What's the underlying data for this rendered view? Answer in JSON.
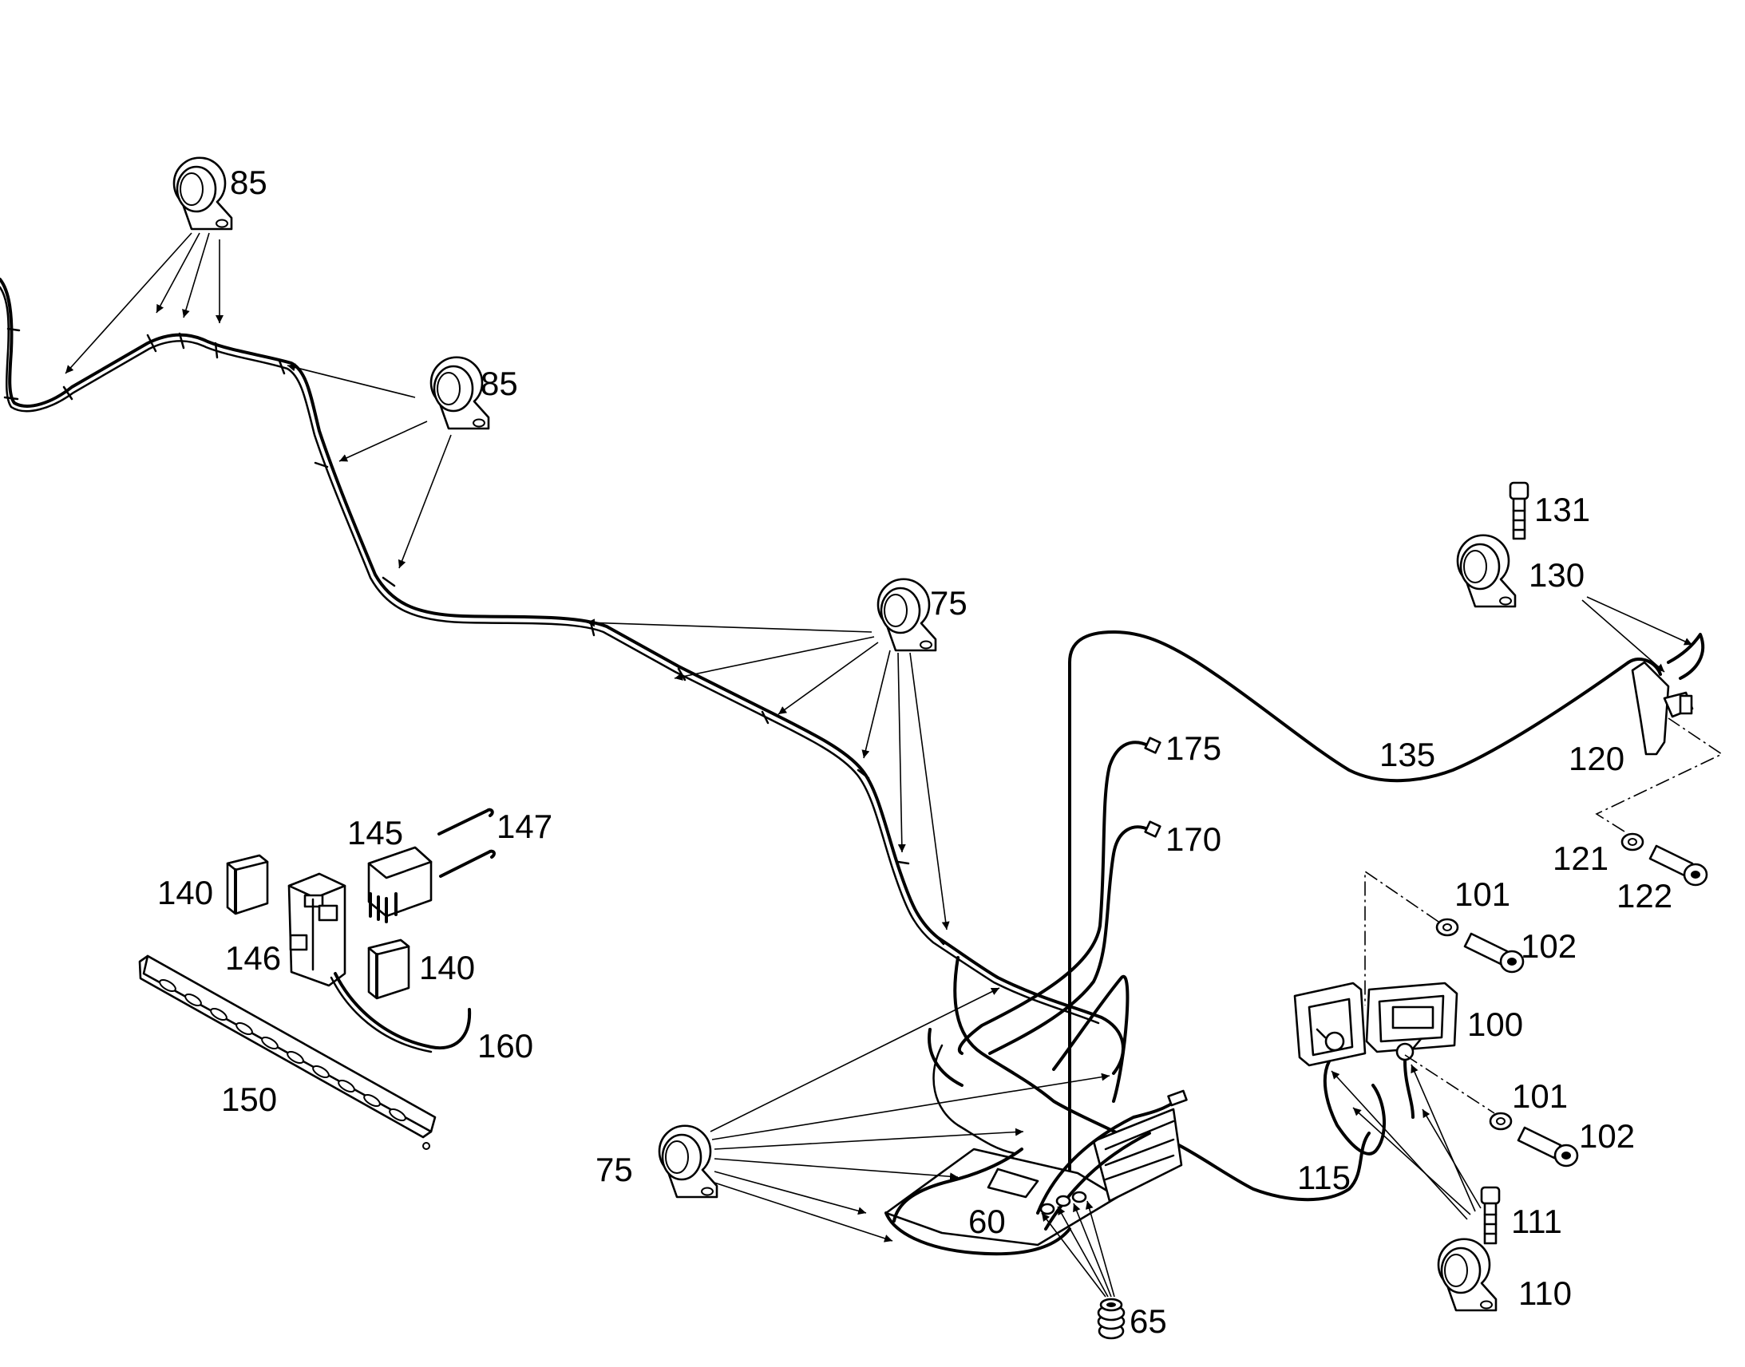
{
  "colors": {
    "ink": "#000000",
    "background": "#ffffff"
  },
  "callouts": {
    "c85a": "85",
    "c85b": "85",
    "c75a": "75",
    "c75b": "75",
    "c131": "131",
    "c130": "130",
    "c135": "135",
    "c175": "175",
    "c170": "170",
    "c120": "120",
    "c121": "121",
    "c122": "122",
    "c101a": "101",
    "c102a": "102",
    "c100": "100",
    "c101b": "101",
    "c102b": "102",
    "c115": "115",
    "c111": "111",
    "c110": "110",
    "c60": "60",
    "c65": "65",
    "c145": "145",
    "c147": "147",
    "c140a": "140",
    "c146": "146",
    "c140b": "140",
    "c160": "160",
    "c150": "150"
  }
}
